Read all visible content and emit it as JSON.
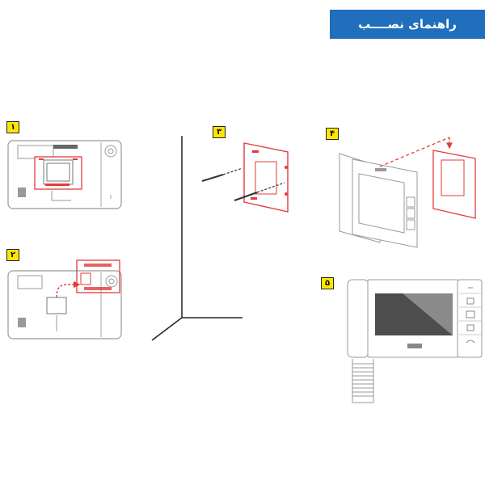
{
  "header": {
    "title": "راهنمای نصــــب"
  },
  "steps": [
    {
      "number": "۱"
    },
    {
      "number": "۲"
    },
    {
      "number": "۳"
    },
    {
      "number": "۴"
    },
    {
      "number": "۵"
    }
  ],
  "colors": {
    "banner": "#1f6fbd",
    "badge": "#ffe600",
    "highlight": "#e23b3b",
    "line": "#888888"
  },
  "icons": [
    "ring-bell-icon",
    "intercom-icon",
    "monitor-icon",
    "door-icon",
    "handset-icon",
    "screw-icon",
    "arrow-icon"
  ]
}
